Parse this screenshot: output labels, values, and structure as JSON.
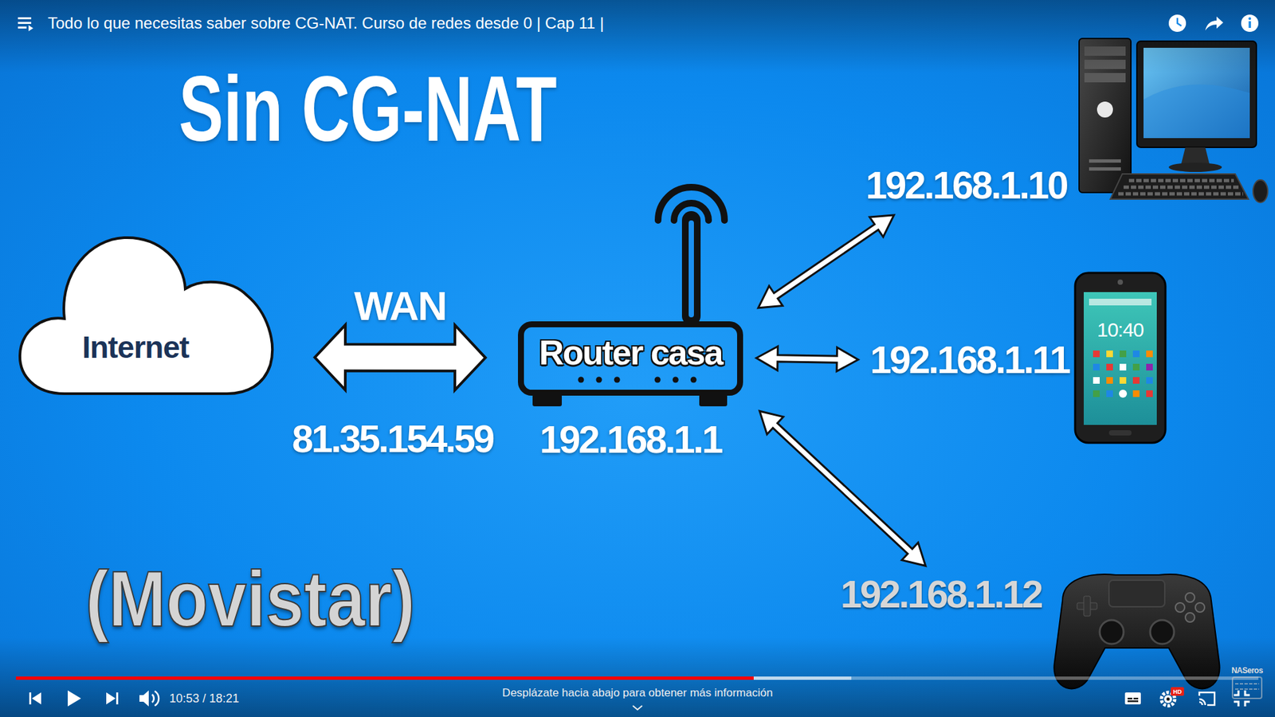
{
  "diagram": {
    "title": "Sin CG-NAT",
    "nodes": [
      {
        "text": [
          "Internet"
        ]
      },
      {
        "text": [
          "Router casa",
          "192.168.1.1"
        ]
      },
      {
        "text": [
          "192.168.1.10"
        ]
      },
      {
        "text": [
          "192.168.1.11"
        ]
      },
      {
        "text": [
          "192.168.1.12"
        ]
      }
    ],
    "edges": [
      {
        "from": 0,
        "to": 1,
        "label": "WAN",
        "arrow": "both"
      },
      {
        "from": 1,
        "to": 2,
        "arrow": "both"
      },
      {
        "from": 1,
        "to": 3,
        "arrow": "both"
      },
      {
        "from": 1,
        "to": 4,
        "arrow": "both"
      }
    ],
    "labels": [
      "Todo lo que necesitas saber sobre CG-NAT. Curso de redes desde 0 | Cap 11 |",
      "81.35.154.59",
      "(Movistar)",
      "10:40",
      "10:53 / 18:21",
      "Desplázate hacia abajo para obtener más información",
      "HD",
      "NASeros"
    ]
  }
}
